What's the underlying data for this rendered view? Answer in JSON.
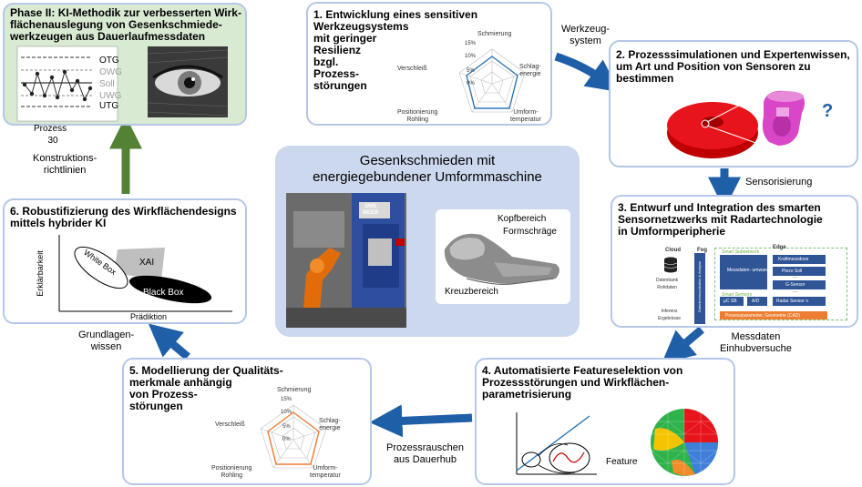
{
  "boxes": {
    "phase2": {
      "title": "Phase II: KI-Methodik zur verbesserten Wirk-\nflächenauslegung von Gesenkschmiede-\nwerkzeugen aus Dauerlaufmessdaten"
    },
    "step1": {
      "title": "1. Entwicklung eines sensitiven\n    Werkzeugsystems\n    mit geringer\n    Resilienz\n    bzgl.\n    Prozess-\n    störungen"
    },
    "step2": {
      "title": "2. Prozesssimulationen und Expertenwissen,\n    um Art und Position von Sensoren zu\n    bestimmen"
    },
    "step3": {
      "title": "3. Entwurf und Integration des smarten\n    Sensornetzwerks mit Radartechnologie\n    in Umformperipherie"
    },
    "step4": {
      "title": "4. Automatisierte Featureselektion von\n    Prozessstörungen und Wirkflächen-\n    parametrisierung"
    },
    "step5": {
      "title": "5. Modellierung der Qualitäts-\n    merkmale anhängig\n    von Prozess-\n    störungen"
    },
    "step6": {
      "title": "6. Robustifizierung des Wirkflächendesigns\n    mittels hybrider KI"
    },
    "center": {
      "title": "Gesenkschmieden mit\nenergiegebundener Umformmaschine"
    }
  },
  "chart_labels": {
    "otg": "OTG",
    "owg": "OWG",
    "soll": "Soll",
    "uwg": "UWG",
    "utg": "UTG",
    "prozess": "Prozess",
    "prozess_num": "30"
  },
  "radar": {
    "axes": [
      "Schmierung",
      "Schlag-\nenergie",
      "Umform-\ntemperatur",
      "Positionierung\nRohling",
      "Verschleiß"
    ],
    "ticks": [
      "15%",
      "10%",
      "5%",
      "0%"
    ],
    "series_colors": {
      "step1": "#2e75b6",
      "step5": "#ed7d31"
    }
  },
  "connectors": {
    "werkzeugsystem": "Werkzeug-\nsystem",
    "sensorisierung": "Sensorisierung",
    "messdaten": "Messdaten\nEinhubversuche",
    "prozessrauschen": "Prozessrauschen\naus Dauerhub",
    "grundlagenwissen": "Grundlagen-\nwissen",
    "konstruktion": "Konstruktions-\nrichtlinien"
  },
  "part_labels": {
    "kopf": "Kopfbereich",
    "forms": "Formschräge",
    "kreuz": "Kreuzbereich"
  },
  "question_mark": "?",
  "network": {
    "cloud": "Cloud",
    "fog": "Fog",
    "edge": "Edge",
    "datenbank": "Datenbank\nRohdaten",
    "inferenz": "Inferenz\nErgebnisse",
    "smart_subnetwork": "Smart Subnetwork",
    "smart_sensors": "Smart Sensors",
    "messdaten_unterdruecker": "Messdaten-\numwandler",
    "kraftmessdose": "Kraftmessdose",
    "piezo": "Piezo Soll",
    "gsensor": "G-Sensor",
    "pc_sb": "µC SB",
    "ad": "A/D",
    "radar_sensor": "Radar Sensor n",
    "prozessparameter": "Prozessparameter, Geometrie (CAD)",
    "ellipsis": "...",
    "vertical_label": "Datenkommunikation & Analyse"
  },
  "xai": {
    "white": "White Box",
    "black": "Black Box",
    "xai": "XAI",
    "ylabel": "Erklärbarkeit",
    "xlabel": "Prädiktion"
  },
  "feature": {
    "label": "Feature"
  },
  "photo": {
    "sign": "SMS\nMEER"
  },
  "colors": {
    "arrow_blue": "#1f5fa8",
    "arrow_green": "#548235",
    "box_border": "#b4c7e7",
    "phase_bg": "#d9ead3",
    "center_bg": "#ccd8ee",
    "red": "#e8141c",
    "magenta": "#d946c8"
  }
}
